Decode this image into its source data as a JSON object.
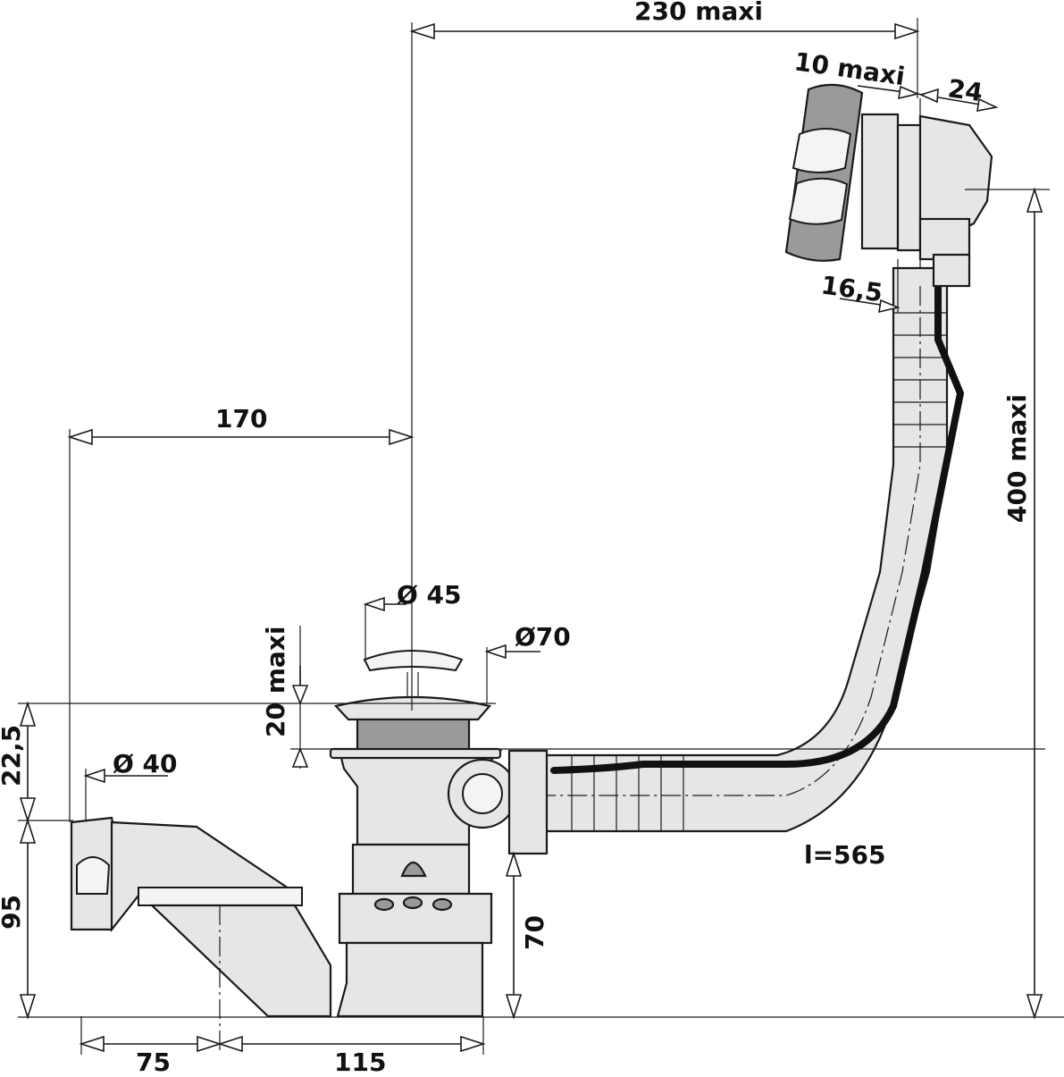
{
  "dimensions": {
    "d230": "230 maxi",
    "d10": "10 maxi",
    "d24": "24",
    "d16": "16,5",
    "d400": "400 maxi",
    "d170": "170",
    "d45": "Ø 45",
    "d70dia": "Ø70",
    "d20": "20 maxi",
    "d22": "22,5",
    "d40": "Ø 40",
    "d95": "95",
    "d70": "70",
    "d75": "75",
    "d115": "115",
    "cable": "l=565"
  }
}
